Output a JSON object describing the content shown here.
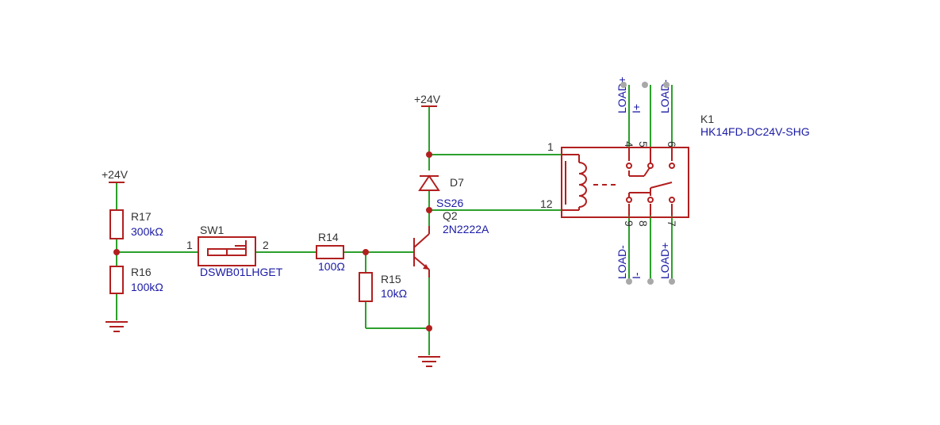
{
  "power": {
    "left_supply": "+24V",
    "mid_supply": "+24V"
  },
  "components": {
    "r17": {
      "ref": "R17",
      "value": "300kΩ"
    },
    "r16": {
      "ref": "R16",
      "value": "100kΩ"
    },
    "sw1": {
      "ref": "SW1",
      "value": "DSWB01LHGET",
      "pin1": "1",
      "pin2": "2"
    },
    "r14": {
      "ref": "R14",
      "value": "100Ω"
    },
    "r15": {
      "ref": "R15",
      "value": "10kΩ"
    },
    "d7": {
      "ref": "D7",
      "value": "SS26"
    },
    "q2": {
      "ref": "Q2",
      "value": "2N2222A"
    },
    "k1": {
      "ref": "K1",
      "value": "HK14FD-DC24V-SHG",
      "coil_pin_top": "1",
      "coil_pin_bottom": "12",
      "pins_top": [
        "4",
        "5",
        "6"
      ],
      "pins_bottom": [
        "9",
        "8",
        "7"
      ]
    }
  },
  "nets": {
    "top": [
      "LOAD+",
      "I+",
      "LOAD-"
    ],
    "bottom": [
      "LOAD-",
      "I-",
      "LOAD+"
    ]
  },
  "colors": {
    "wire": "#2ca02c",
    "symbol": "#b21f1f",
    "label": "#1a1aa6",
    "terminal": "#a8a8a8"
  }
}
